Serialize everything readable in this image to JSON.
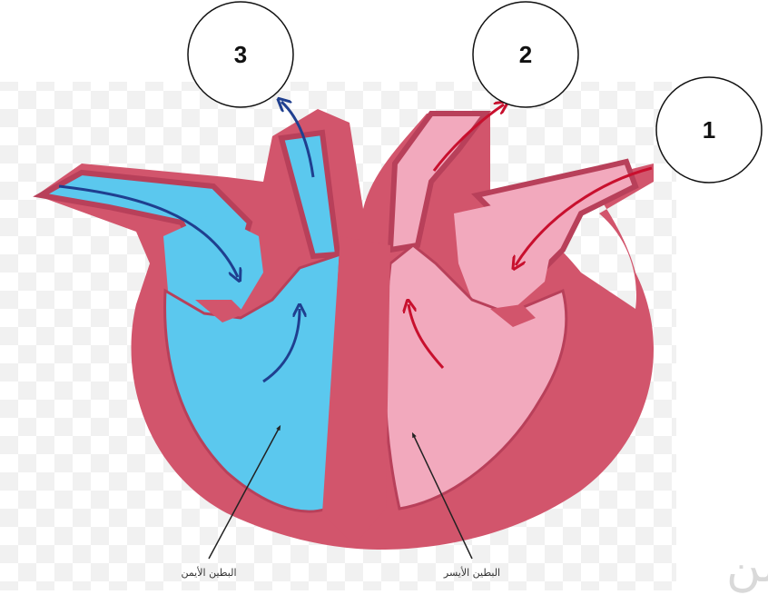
{
  "callouts": [
    "1",
    "2",
    "3"
  ],
  "labels": {
    "right_ventricle": "البطين الأيمن",
    "left_ventricle": "البطين الأيسر"
  },
  "watermark": "تم تحميل هذا الملف من",
  "colors": {
    "muscle": "#d2556c",
    "muscle_dark": "#b8405a",
    "deoxygenated": "#5bc8ee",
    "oxygenated": "#f2a9bd",
    "blue_arrow": "#1f3f8f",
    "red_arrow": "#c8102e"
  }
}
